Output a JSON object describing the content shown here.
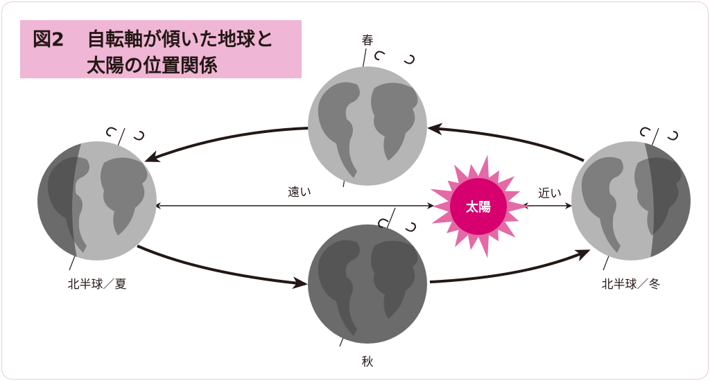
{
  "title": {
    "figure_no": "図2",
    "line1": "自転軸が傾いた地球と",
    "line2": "太陽の位置関係"
  },
  "labels": {
    "spring": "春",
    "autumn": "秋",
    "summer": "北半球／夏",
    "winter": "北半球／冬",
    "far": "遠い",
    "near": "近い",
    "sun": "太陽"
  },
  "colors": {
    "sun_core": "#d6006e",
    "sun_rays": "#e46aa5",
    "title_bg": "#f0b6d5",
    "globe_light": "#b5b5b5",
    "globe_dark": "#6b6b6b"
  }
}
